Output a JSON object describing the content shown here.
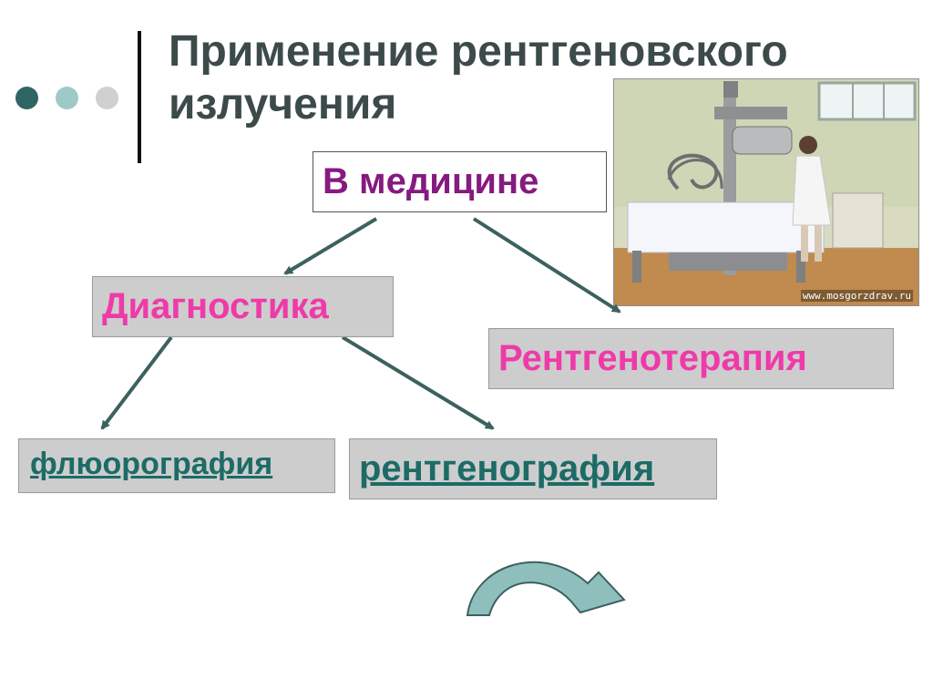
{
  "slide": {
    "title": "Применение рентгеновского излучения",
    "dots": [
      "#2f6663",
      "#9ec9c6",
      "#d0d0d0"
    ]
  },
  "diagram": {
    "root": "В медицине",
    "branch_left": "Диагностика",
    "branch_right": "Рентгенотерапия",
    "leaf_left": "флюорография",
    "leaf_right": "рентгенография"
  },
  "photo": {
    "caption": "www.mosgorzdrav.ru",
    "subject": "x-ray-machine-room"
  },
  "nav": {
    "next_icon": "curved-arrow-next-icon"
  },
  "colors": {
    "connector": "#3b625f",
    "accent_pink": "#ef3aa9",
    "accent_purple": "#861a80",
    "accent_teal": "#1d6b66"
  }
}
